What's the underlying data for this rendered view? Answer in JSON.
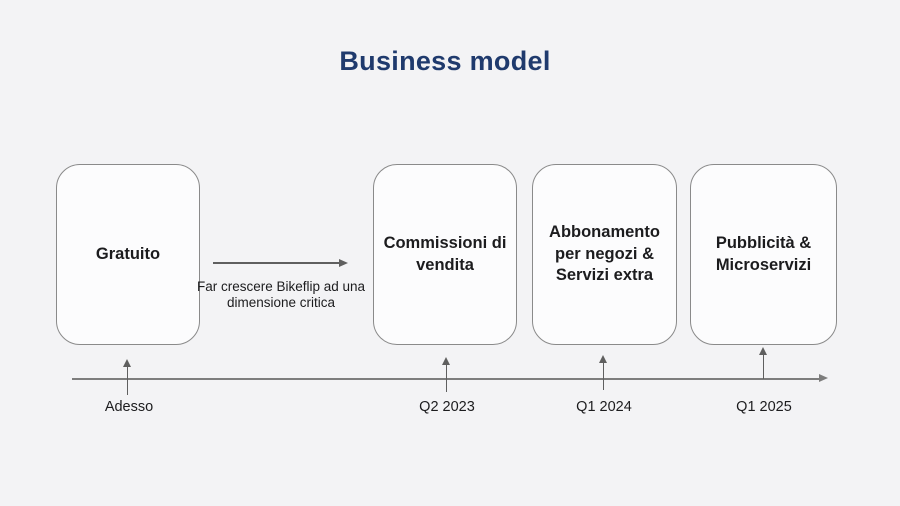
{
  "title": "Business model",
  "colors": {
    "background": "#f3f3f5",
    "title": "#1f3a6d",
    "box_fill": "#fcfcfd",
    "box_border": "#8a8a8a",
    "box_text": "#1c1c1e",
    "arrow": "#5f5f5f",
    "timeline": "#7d7d7d",
    "label_text": "#1c1c1e"
  },
  "boxes": [
    {
      "label": "Gratuito"
    },
    {
      "label": "Commissioni di vendita"
    },
    {
      "label": "Abbonamento per negozi & Servizi extra"
    },
    {
      "label": "Pubblicità & Microservizi"
    }
  ],
  "growth_arrow": {
    "caption": "Far crescere Bikeflip ad una dimensione critica"
  },
  "timeline": {
    "labels": [
      "Adesso",
      "Q2 2023",
      "Q1 2024",
      "Q1 2025"
    ]
  }
}
